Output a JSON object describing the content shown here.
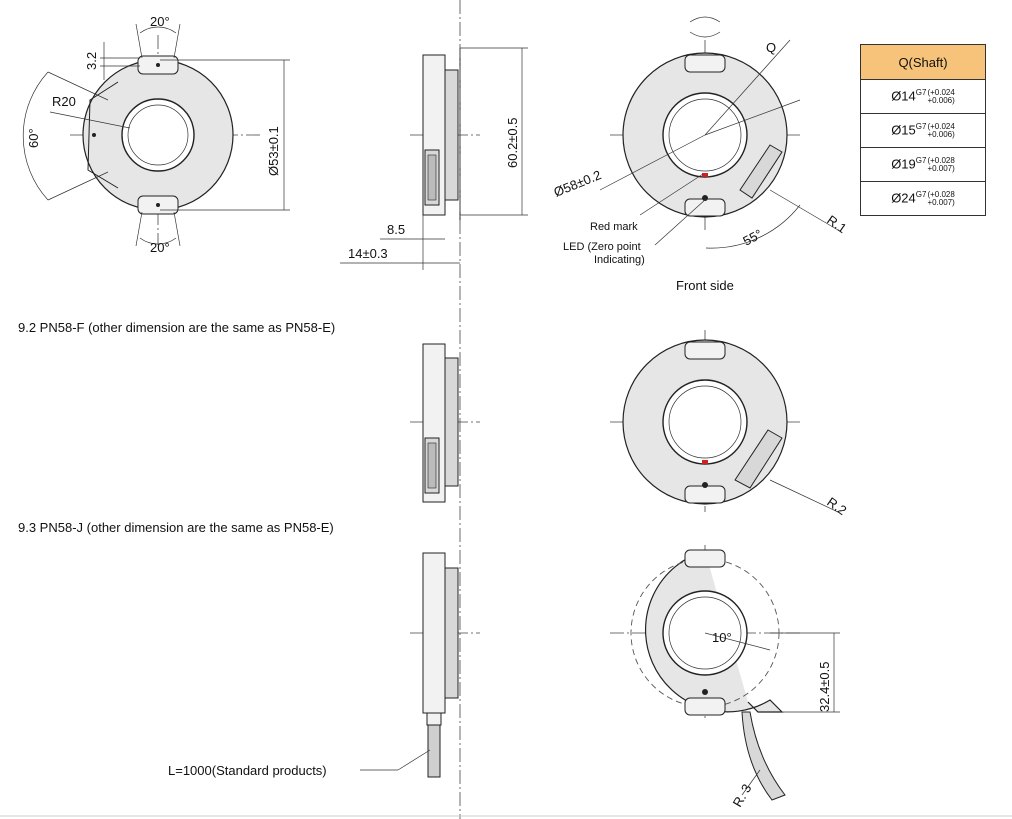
{
  "top_left_view": {
    "angle_top": "20°",
    "angle_bottom": "20°",
    "dim_3_2": "3.2",
    "radius": "R20",
    "angle_left": "60°",
    "diameter": "Ø53±0.1"
  },
  "side_view_top": {
    "height": "60.2±0.5",
    "width_1": "8.5",
    "width_2": "14±0.3"
  },
  "front_view": {
    "label_q": "Q",
    "diameter": "Ø58±0.2",
    "red_mark": "Red mark",
    "led_line1": "LED (Zero point",
    "led_line2": "Indicating)",
    "angle": "55°",
    "radius": "R.1",
    "caption": "Front side"
  },
  "shaft_table": {
    "header": "Q(Shaft)",
    "rows": [
      {
        "base": "Ø14",
        "fit": "G7",
        "upper": "(+0.024",
        "lower": "+0.006)"
      },
      {
        "base": "Ø15",
        "fit": "G7",
        "upper": "(+0.024",
        "lower": "+0.006)"
      },
      {
        "base": "Ø19",
        "fit": "G7",
        "upper": "(+0.028",
        "lower": "+0.007)"
      },
      {
        "base": "Ø24",
        "fit": "G7",
        "upper": "(+0.028",
        "lower": "+0.007)"
      }
    ]
  },
  "section_f": {
    "title": "9.2  PN58-F (other dimension are the same as PN58-E)",
    "radius": "R.2"
  },
  "section_j": {
    "title": "9.3  PN58-J (other dimension are the same as PN58-E)",
    "cable": "L=1000(Standard products)",
    "angle": "10°",
    "height": "32.4±0.5",
    "radius": "R. 3"
  }
}
